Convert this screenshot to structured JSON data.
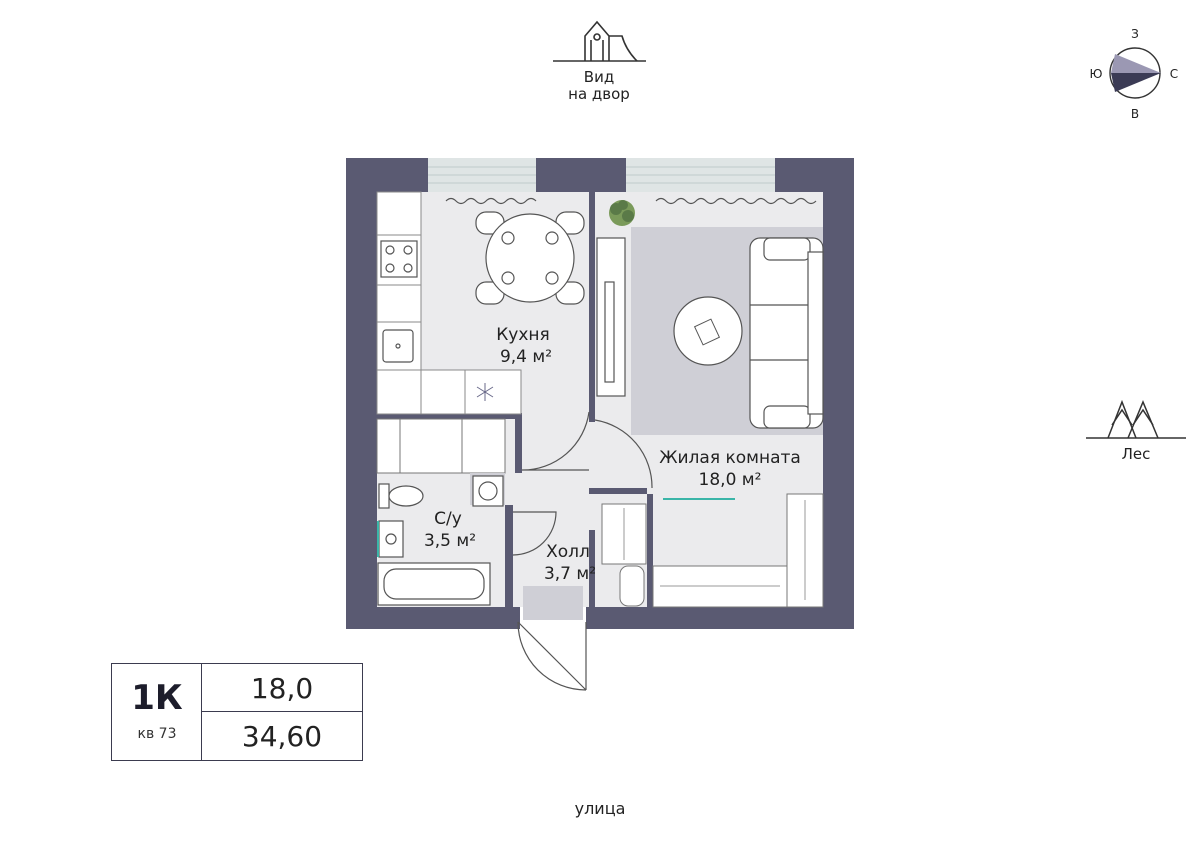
{
  "orientation": {
    "view_yard": [
      "Вид",
      "на двор"
    ],
    "forest": "Лес",
    "street": "улица",
    "compass": {
      "north": "З",
      "east": "С",
      "south": "В",
      "west": "Ю"
    }
  },
  "rooms": {
    "kitchen": {
      "name": "Кухня",
      "area": "9,4 м²"
    },
    "living": {
      "name": "Жилая комната",
      "area": "18,0 м²"
    },
    "bathroom": {
      "name": "С/у",
      "area": "3,5 м²"
    },
    "hall": {
      "name": "Холл",
      "area": "3,7 м²"
    }
  },
  "info": {
    "type": "1К",
    "apartment": "кв 73",
    "living_area": "18,0",
    "total_area": "34,60"
  },
  "colors": {
    "wall": "#5a5a72",
    "floor": "#ebebed",
    "accent": "#3ab5a8",
    "window": "#c9d6d6"
  }
}
